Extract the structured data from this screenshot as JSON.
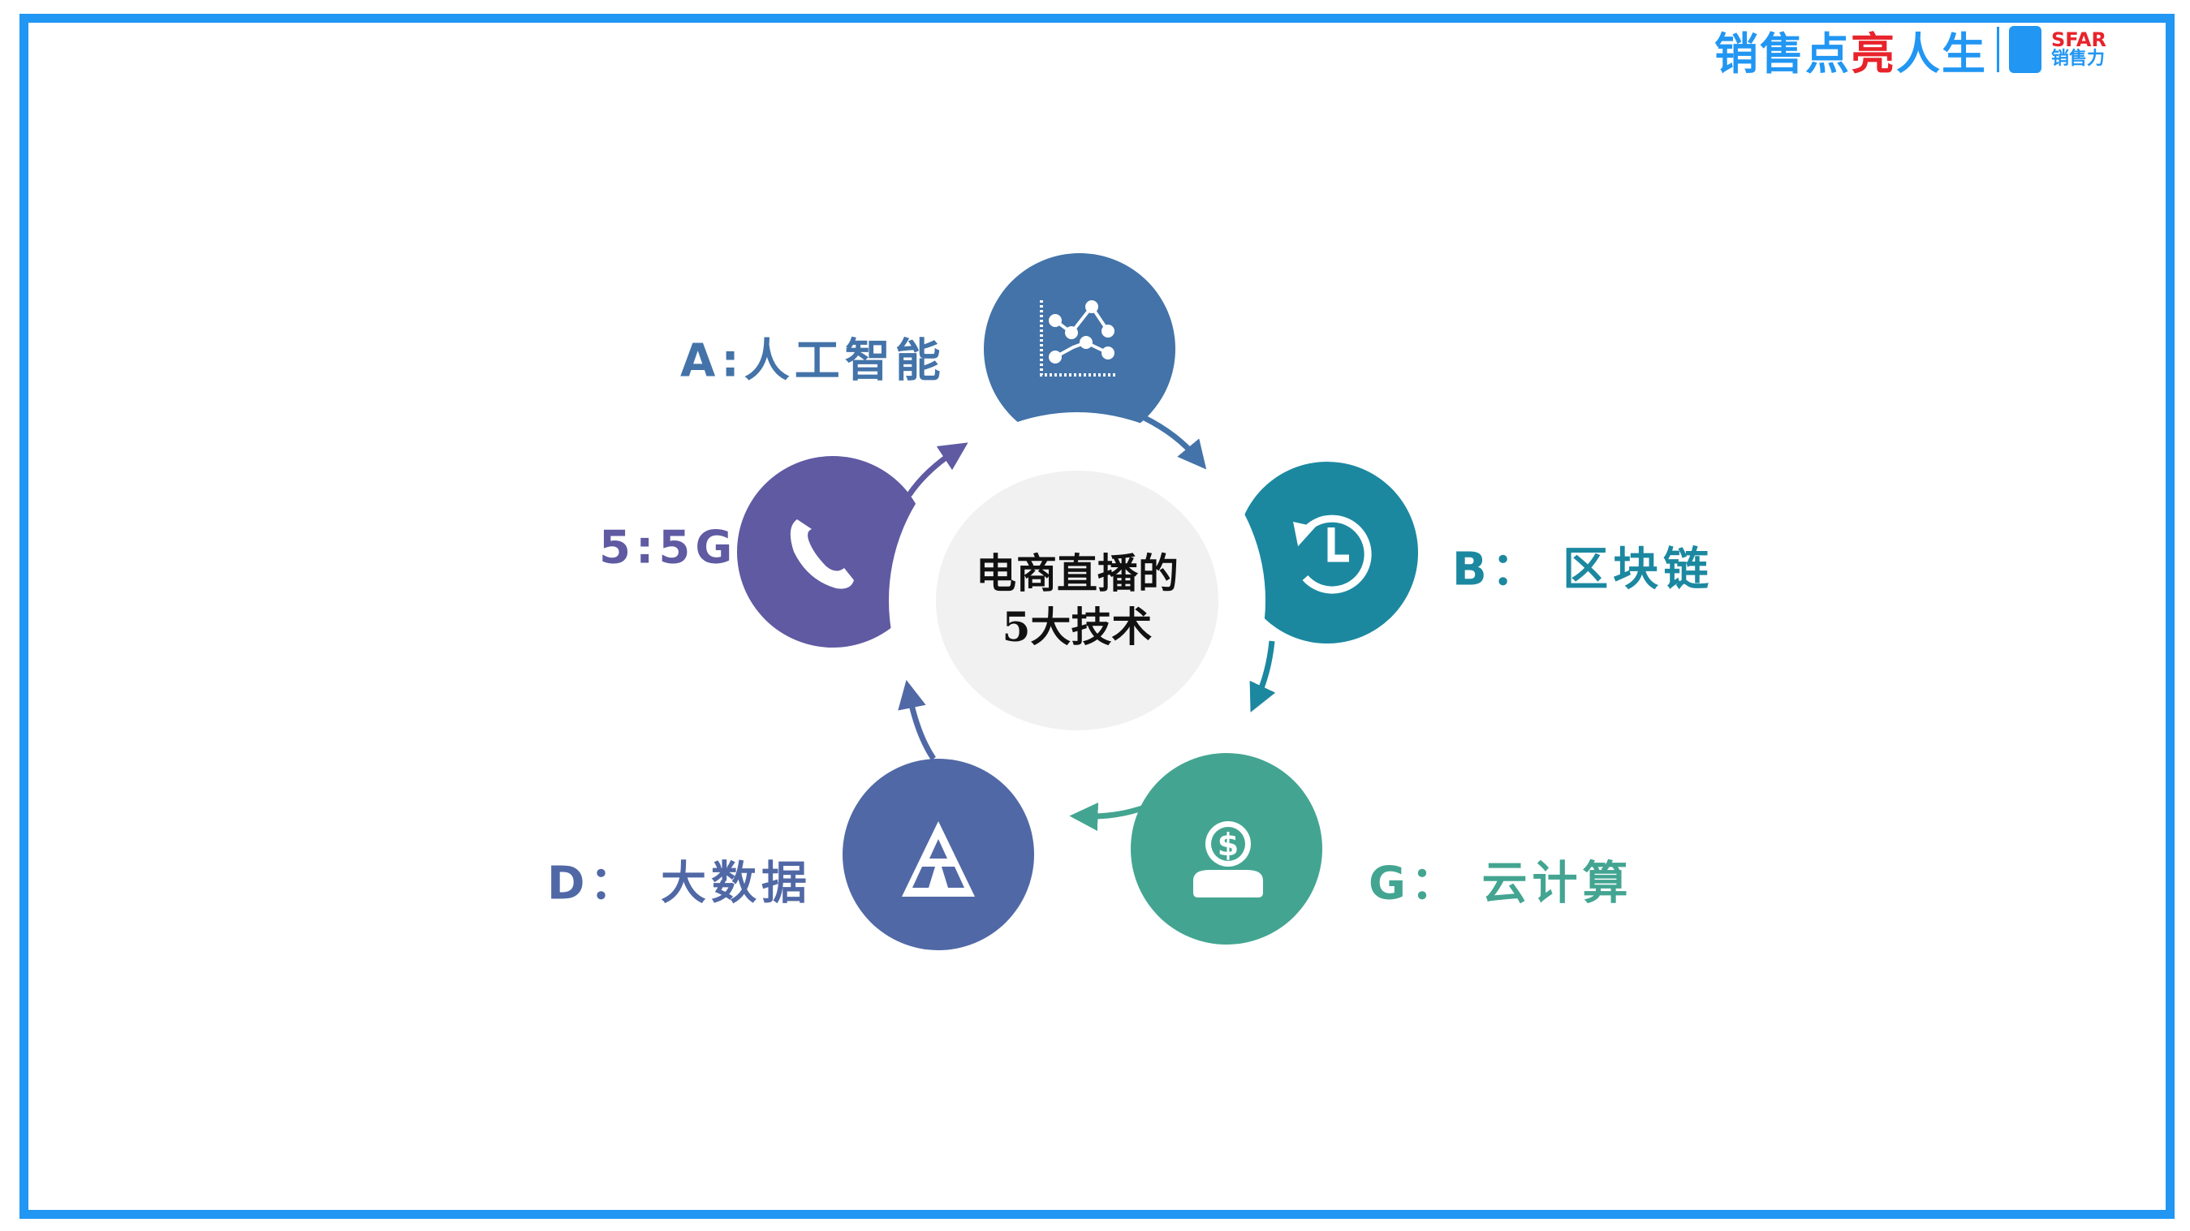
{
  "logo": {
    "text_blue1": "销售点",
    "text_red": "亮",
    "text_blue2": "人生",
    "brand": "SFAR",
    "brand_cn": "销售力"
  },
  "center": {
    "line1": "电商直播的",
    "line2": "5大技术"
  },
  "items": [
    {
      "label": "A:人工智能",
      "icon": "line-chart-icon",
      "color": "#4373a8"
    },
    {
      "label": "B： 区块链",
      "icon": "history-clock-icon",
      "color": "#1b88a0"
    },
    {
      "label": "G： 云计算",
      "icon": "dollar-person-icon",
      "color": "#43a591"
    },
    {
      "label": "D： 大数据",
      "icon": "triangle-icon",
      "color": "#5068a5"
    },
    {
      "label": "5:5G",
      "icon": "phone-icon",
      "color": "#5f5aa2"
    }
  ],
  "colors": {
    "frame": "#2196f3",
    "center_fill": "#f1f1f1"
  }
}
